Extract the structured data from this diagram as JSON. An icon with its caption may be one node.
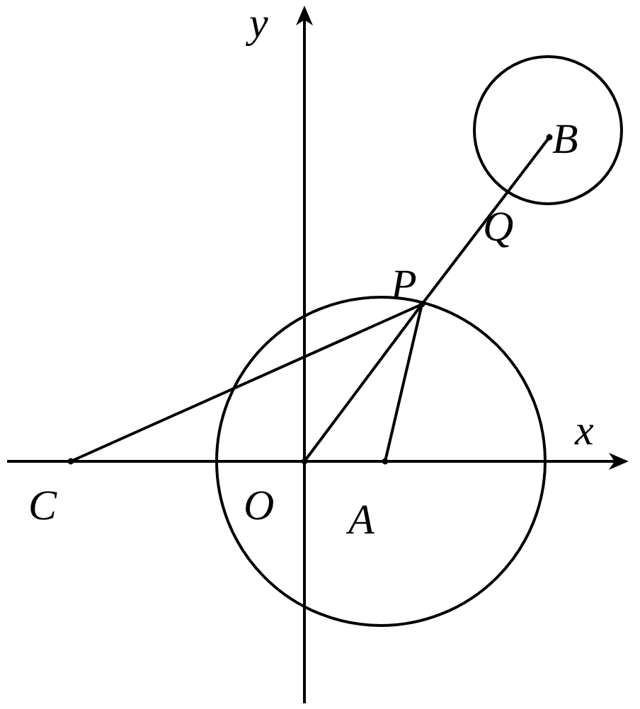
{
  "diagram": {
    "nodes": [
      {
        "text": [
          "y"
        ]
      },
      {
        "text": [
          "B"
        ]
      },
      {
        "text": [
          "Q"
        ]
      },
      {
        "text": [
          "P"
        ]
      },
      {
        "text": [
          "x"
        ]
      },
      {
        "text": [
          "C"
        ]
      },
      {
        "text": [
          "O"
        ]
      },
      {
        "text": [
          "A"
        ]
      }
    ],
    "edges": [
      {
        "from": 5,
        "to": 3,
        "arrow": "none"
      },
      {
        "from": 6,
        "to": 3,
        "arrow": "none"
      },
      {
        "from": 7,
        "to": 3,
        "arrow": "none"
      },
      {
        "from": 3,
        "to": 1,
        "arrow": "none"
      }
    ]
  }
}
